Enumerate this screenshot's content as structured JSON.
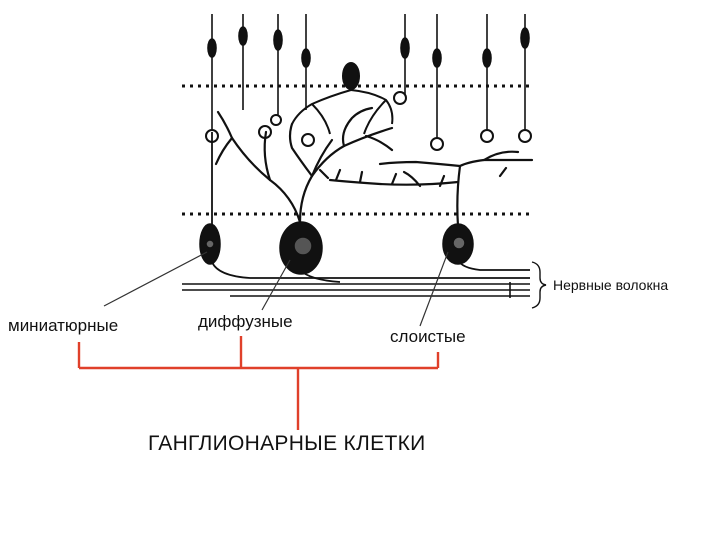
{
  "labels": {
    "nerve_fibers": "Нервные волокна",
    "miniature": "миниатюрные",
    "diffuse": "диффузные",
    "stratified": "слоистые",
    "title": "ГАНГЛИОНАРНЫЕ КЛЕТКИ"
  },
  "colors": {
    "ink": "#111111",
    "bracket": "#e0402a",
    "pointer": "#333333"
  }
}
